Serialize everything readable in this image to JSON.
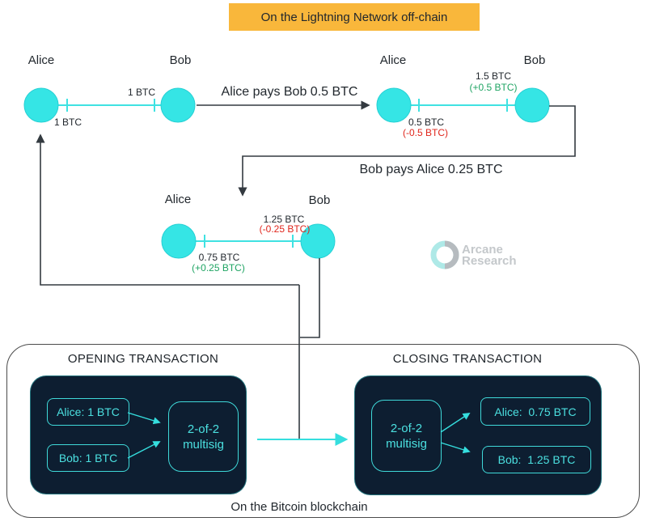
{
  "banner": "On the Lightning Network off-chain",
  "channel_states": {
    "state1": {
      "alice_name": "Alice",
      "bob_name": "Bob",
      "alice_balance": "1 BTC",
      "bob_balance": "1 BTC"
    },
    "state2": {
      "alice_name": "Alice",
      "bob_name": "Bob",
      "alice_balance": "0.5 BTC",
      "alice_delta": "(-0.5 BTC)",
      "bob_balance": "1.5 BTC",
      "bob_delta": "(+0.5 BTC)"
    },
    "state3": {
      "alice_name": "Alice",
      "bob_name": "Bob",
      "alice_balance": "0.75 BTC",
      "alice_delta": "(+0.25 BTC)",
      "bob_balance": "1.25 BTC",
      "bob_delta": "(-0.25 BTC)"
    }
  },
  "payments": {
    "payment1": "Alice pays Bob 0.5 BTC",
    "payment2": "Bob pays Alice 0.25 BTC"
  },
  "watermark": {
    "line1": "Arcane",
    "line2": "Research"
  },
  "blockchain_section": {
    "opening": {
      "title": "OPENING TRANSACTION",
      "alice_input": "Alice: 1 BTC",
      "bob_input": "Bob: 1 BTC",
      "multisig_line1": "2-of-2",
      "multisig_line2": "multisig"
    },
    "closing": {
      "title": "CLOSING TRANSACTION",
      "multisig_line1": "2-of-2",
      "multisig_line2": "multisig",
      "alice_output": "Alice:  0.75 BTC",
      "bob_output": "Bob:  1.25 BTC"
    },
    "caption": "On the Bitcoin blockchain"
  },
  "colors": {
    "banner_bg": "#F9B73B",
    "node_cyan": "#35E5E5",
    "navy_bg": "#0D1E31",
    "cyan_text": "#4BE0E0",
    "positive_green": "#1FA463",
    "negative_red": "#E0261C",
    "line_dark": "#333A40"
  }
}
